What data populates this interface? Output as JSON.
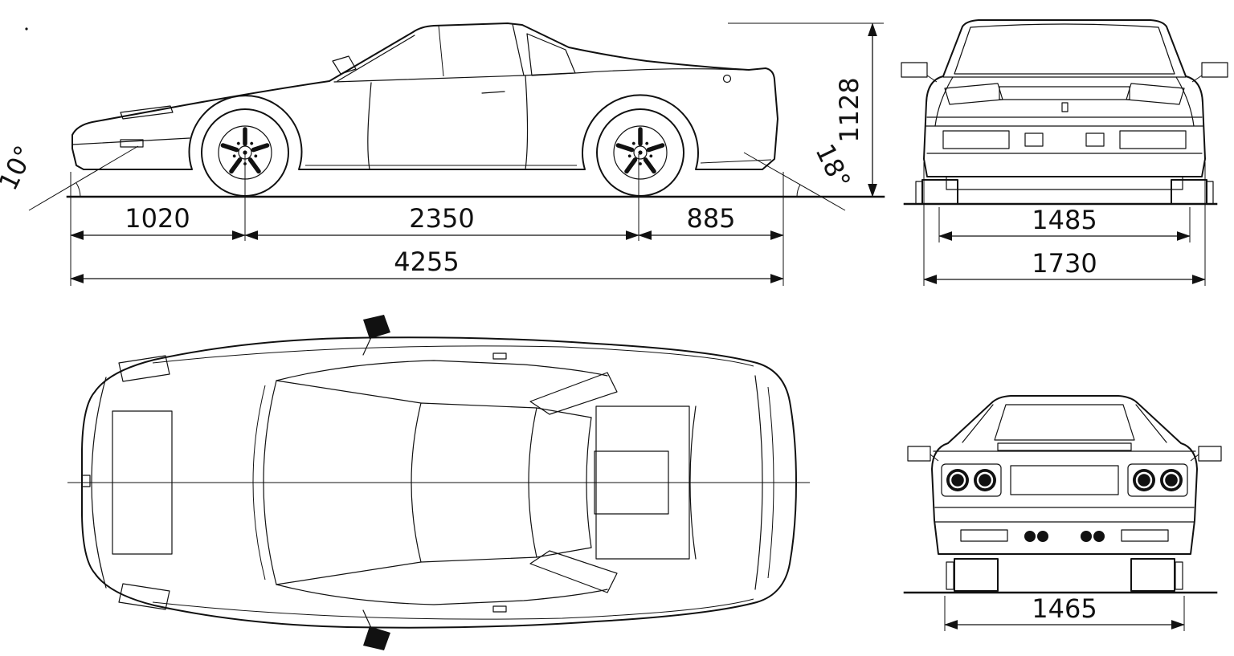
{
  "colors": {
    "background": "#ffffff",
    "ink": "#111111"
  },
  "side_view": {
    "dimensions": {
      "front_overhang": "1020",
      "wheelbase": "2350",
      "rear_overhang": "885",
      "overall_length": "4255",
      "overall_height": "1128",
      "approach_angle": "10°",
      "departure_angle": "18°"
    }
  },
  "front_view": {
    "dimensions": {
      "track": "1485",
      "overall_width": "1730"
    }
  },
  "rear_view": {
    "dimensions": {
      "track": "1465"
    }
  }
}
